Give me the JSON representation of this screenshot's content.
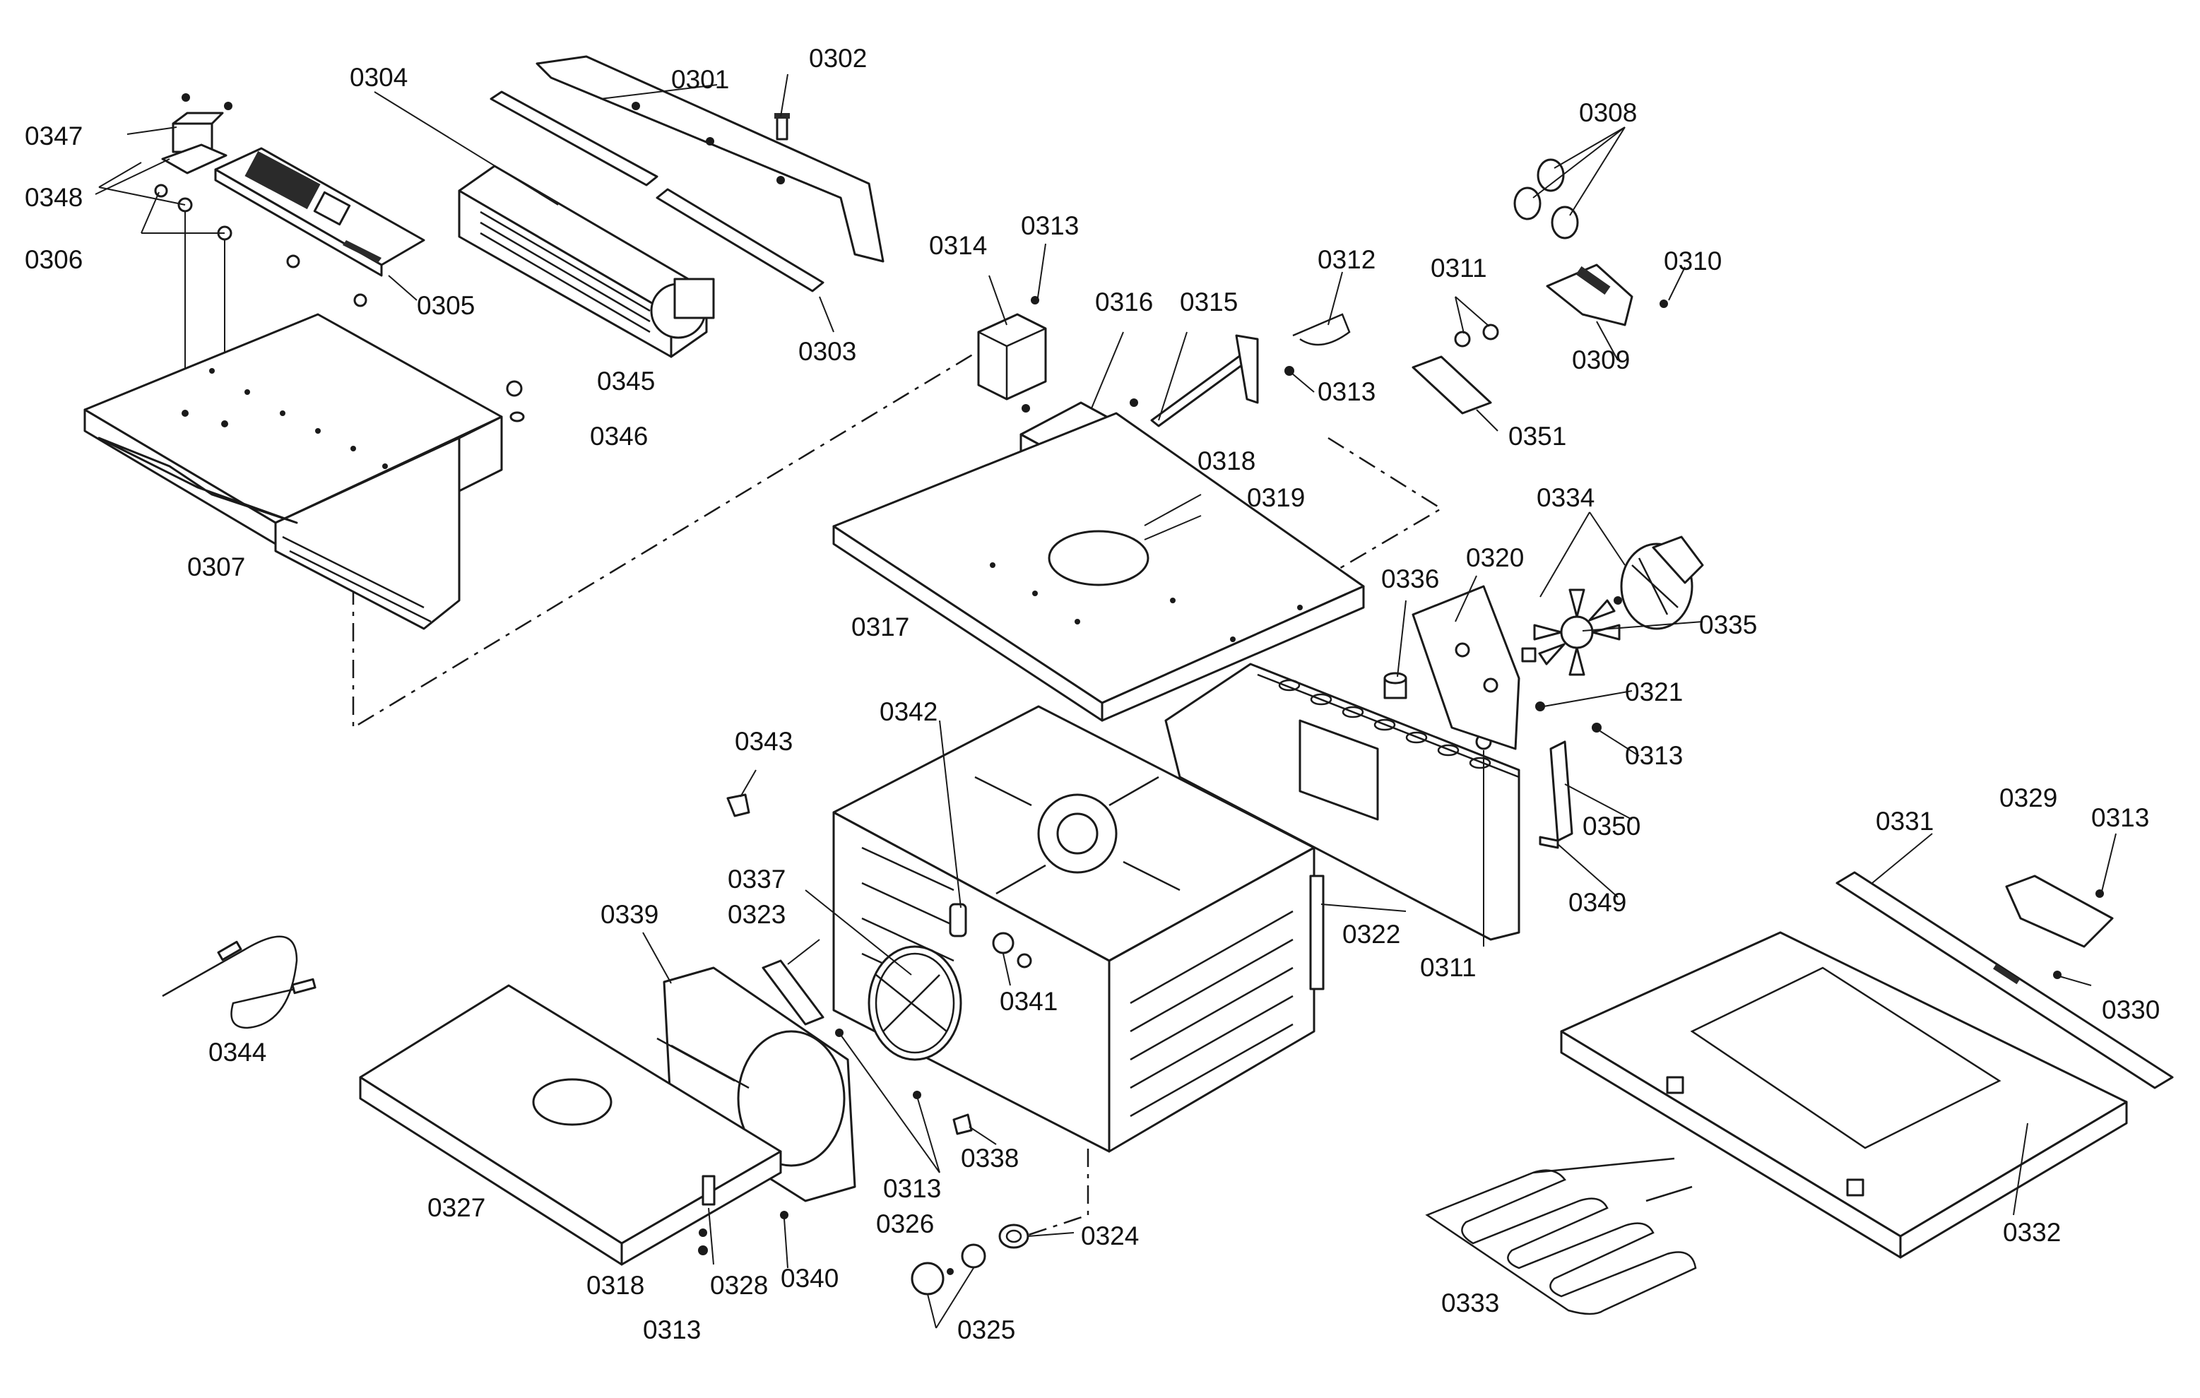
{
  "labels": {
    "p0301": "0301",
    "p0302": "0302",
    "p0303": "0303",
    "p0304": "0304",
    "p0305": "0305",
    "p0306": "0306",
    "p0307": "0307",
    "p0308": "0308",
    "p0309": "0309",
    "p0310": "0310",
    "p0311a": "0311",
    "p0311b": "0311",
    "p0312": "0312",
    "p0313a": "0313",
    "p0313b": "0313",
    "p0313c": "0313",
    "p0313d": "0313",
    "p0313e": "0313",
    "p0313f": "0313",
    "p0314": "0314",
    "p0315": "0315",
    "p0316": "0316",
    "p0317": "0317",
    "p0318a": "0318",
    "p0318b": "0318",
    "p0319": "0319",
    "p0320": "0320",
    "p0321": "0321",
    "p0322": "0322",
    "p0323": "0323",
    "p0324": "0324",
    "p0325": "0325",
    "p0326": "0326",
    "p0327": "0327",
    "p0328": "0328",
    "p0329": "0329",
    "p0330": "0330",
    "p0331": "0331",
    "p0332": "0332",
    "p0333": "0333",
    "p0334": "0334",
    "p0335": "0335",
    "p0336": "0336",
    "p0337": "0337",
    "p0338": "0338",
    "p0339": "0339",
    "p0340": "0340",
    "p0341": "0341",
    "p0342": "0342",
    "p0343": "0343",
    "p0344": "0344",
    "p0345": "0345",
    "p0346": "0346",
    "p0347": "0347",
    "p0348": "0348",
    "p0349": "0349",
    "p0350": "0350",
    "p0351": "0351"
  }
}
